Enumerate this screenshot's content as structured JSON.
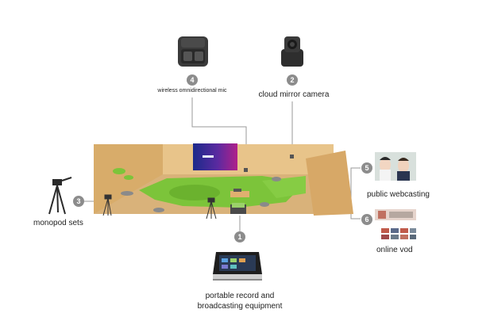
{
  "items": [
    {
      "num": "1",
      "label_line1": "portable record and",
      "label_line2": "broadcasting equipment"
    },
    {
      "num": "2",
      "label": "cloud mirror camera"
    },
    {
      "num": "3",
      "label": "monopod sets"
    },
    {
      "num": "4",
      "label": "wireless omnidirectional mic"
    },
    {
      "num": "5",
      "label": "public webcasting"
    },
    {
      "num": "6",
      "label": "online vod"
    }
  ],
  "colors": {
    "wood": "#e2b878",
    "wood_dark": "#c8995a",
    "grass": "#7cc43a",
    "grass_dark": "#5a9e22",
    "badge": "#8c8c8c",
    "line": "#9a9a9a",
    "screen_start": "#1c2a8a",
    "screen_end": "#b0208a"
  }
}
